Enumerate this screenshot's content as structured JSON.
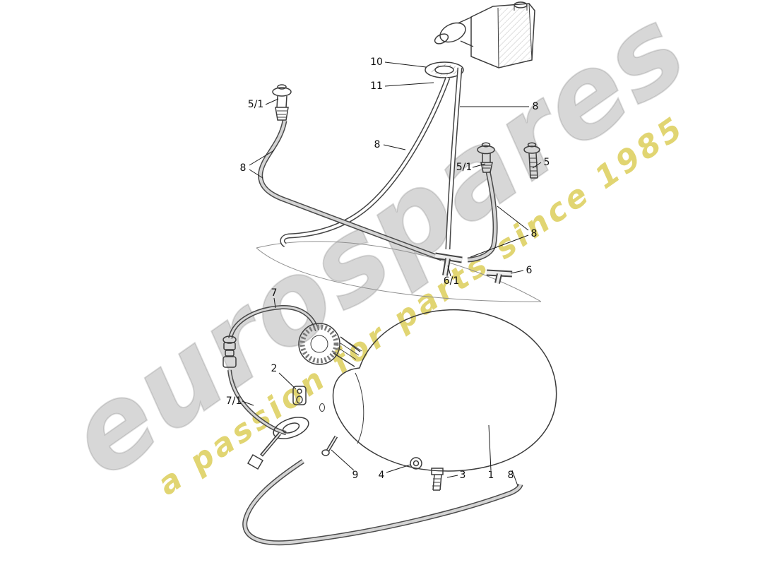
{
  "watermark": {
    "brand": "eurospares",
    "tagline": "a passion for parts since 1985"
  },
  "diagram": {
    "labels": [
      {
        "id": "10",
        "text": "10"
      },
      {
        "id": "11",
        "text": "11"
      },
      {
        "id": "5-1-top-left",
        "text": "5/1"
      },
      {
        "id": "8-left",
        "text": "8"
      },
      {
        "id": "8-center",
        "text": "8"
      },
      {
        "id": "8-top-right",
        "text": "8"
      },
      {
        "id": "5-1-right",
        "text": "5/1"
      },
      {
        "id": "5",
        "text": "5"
      },
      {
        "id": "8-mid-right",
        "text": "8"
      },
      {
        "id": "6",
        "text": "6"
      },
      {
        "id": "6-1",
        "text": "6/1"
      },
      {
        "id": "7",
        "text": "7"
      },
      {
        "id": "2",
        "text": "2"
      },
      {
        "id": "7-1",
        "text": "7/1"
      },
      {
        "id": "9",
        "text": "9"
      },
      {
        "id": "4",
        "text": "4"
      },
      {
        "id": "3",
        "text": "3"
      },
      {
        "id": "1",
        "text": "1"
      },
      {
        "id": "8-bottom-right",
        "text": "8"
      }
    ]
  }
}
